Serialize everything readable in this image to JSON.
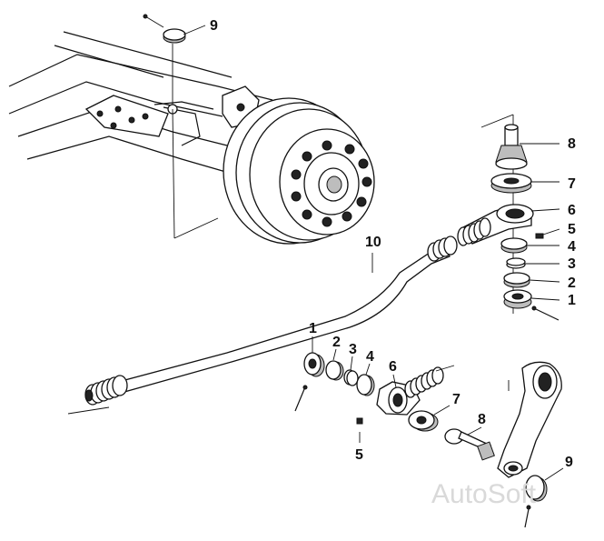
{
  "diagram": {
    "callouts": {
      "upper_right": [
        "8",
        "7",
        "6",
        "5",
        "4",
        "3",
        "2",
        "1"
      ],
      "lower": [
        "1",
        "2",
        "3",
        "4",
        "6",
        "7",
        "8",
        "5",
        "9"
      ],
      "top_nut": "9",
      "tie_rod": "10"
    },
    "watermark": "AutoSoft"
  }
}
